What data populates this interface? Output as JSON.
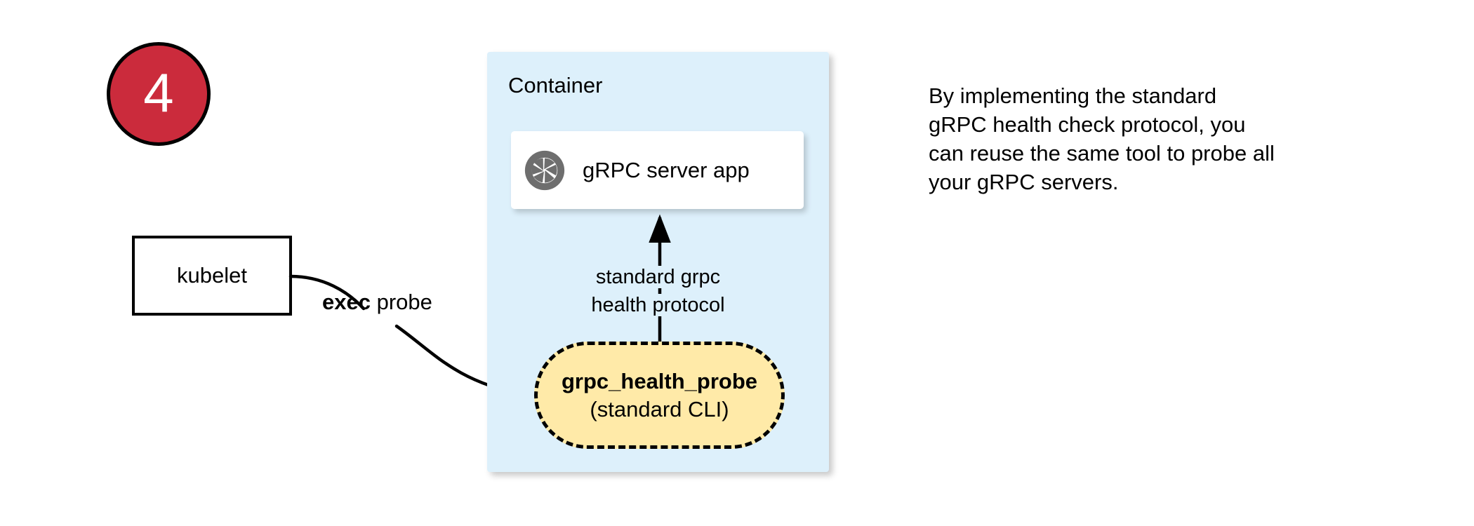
{
  "step": {
    "number": "4",
    "circle_fill": "#cb2b3c",
    "circle_stroke": "#000000",
    "text_color": "#ffffff"
  },
  "kubelet": {
    "label": "kubelet"
  },
  "exec_probe": {
    "bold_text": "exec",
    "rest_text": " probe"
  },
  "container": {
    "title": "Container",
    "fill": "#ddf0fb"
  },
  "grpc_server": {
    "label": "gRPC server app",
    "icon": "aperture-icon",
    "icon_color": "#6e6e6e",
    "card_fill": "#ffffff"
  },
  "protocol": {
    "line1": "standard grpc",
    "line2": "health protocol",
    "direction": "up"
  },
  "health_probe": {
    "title": "grpc_health_probe",
    "subtitle": "(standard CLI)",
    "fill": "#ffeaa8",
    "border_style": "dashed",
    "border_color": "#000000"
  },
  "side_note": {
    "line1": "By implementing the standard",
    "line2": "gRPC health check protocol, you",
    "line3": "can reuse the same tool to probe all",
    "line4": "your gRPC servers."
  }
}
